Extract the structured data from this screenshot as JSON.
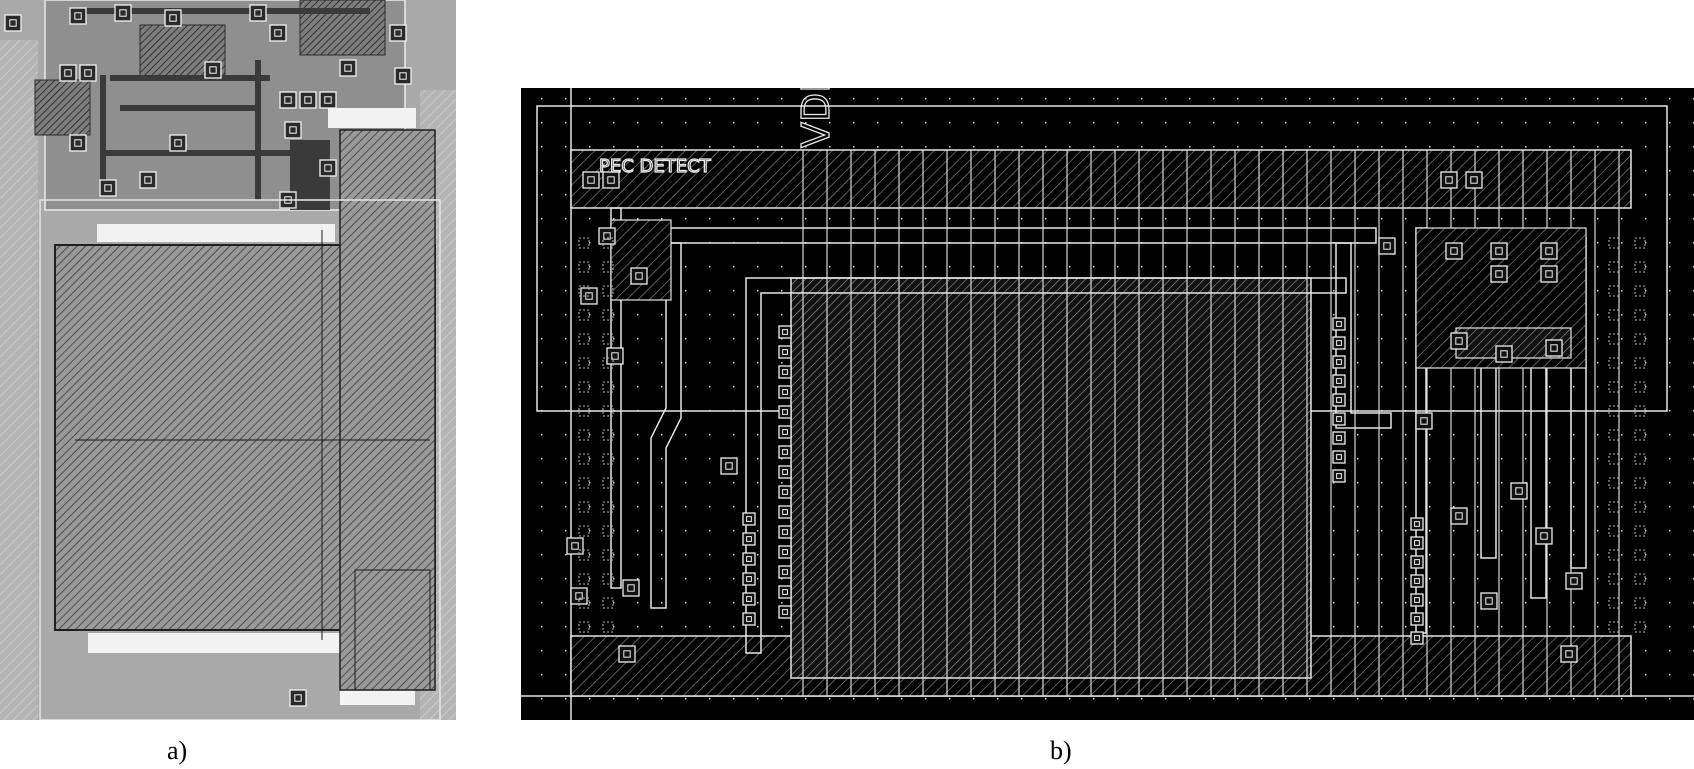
{
  "figure": {
    "panels": [
      {
        "id": "a",
        "caption": "a)",
        "description_colors": {
          "background": "#a9a9a9"
        }
      },
      {
        "id": "b",
        "caption": "b)",
        "description_colors": {
          "background": "#000000"
        }
      }
    ],
    "panel_b_labels": {
      "supply_label": "VDD",
      "cell_label": "PEC DETECT"
    }
  },
  "colors": {
    "panel_a_background": "#a9a9a9",
    "panel_a_hatch": "#5a5a5a",
    "panel_a_lines": "#f0f0f0",
    "panel_b_background": "#000000",
    "panel_b_lines": "#e6e6e6",
    "panel_b_grid_dots": "#cfcfcf"
  }
}
